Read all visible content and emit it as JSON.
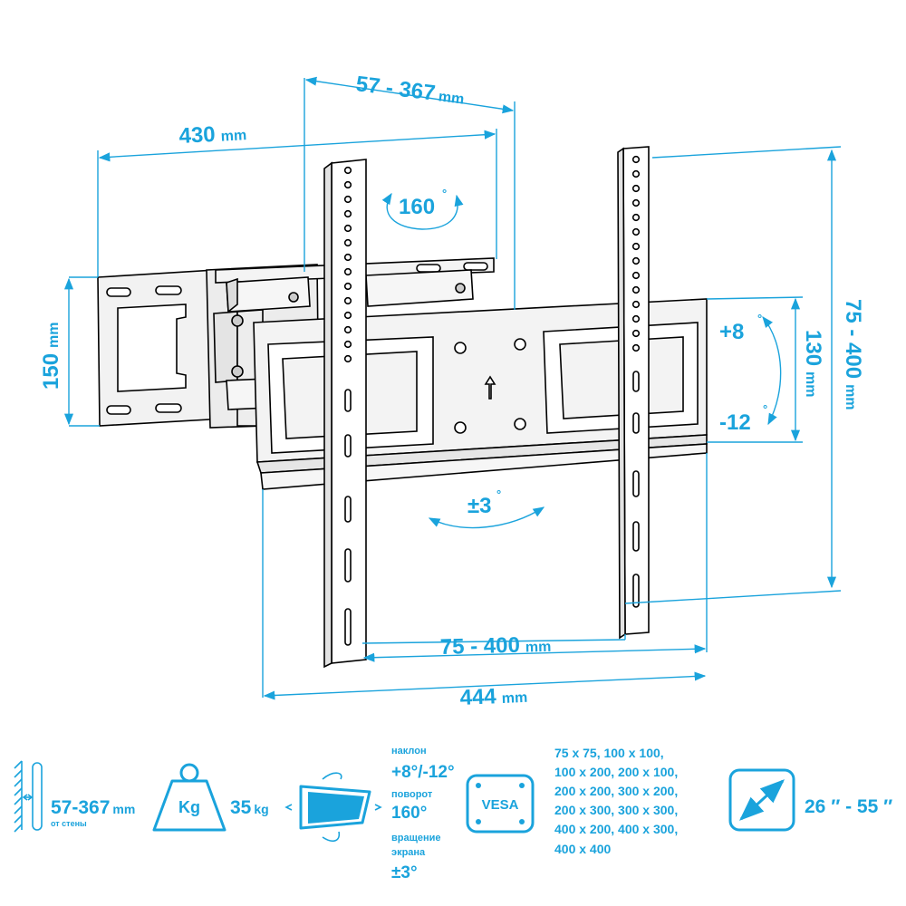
{
  "dimensions": {
    "arm_extension": {
      "value": "57 - 367",
      "unit": "mm"
    },
    "plate_width": {
      "value": "430",
      "unit": "mm"
    },
    "wall_plate_height": {
      "value": "150",
      "unit": "mm"
    },
    "swivel": "160",
    "tilt_up": "+8",
    "tilt_down": "-12",
    "tilt_height": {
      "value": "130",
      "unit": "mm"
    },
    "vesa_vertical": {
      "value": "75 - 400",
      "unit": "mm"
    },
    "rotation": "±3",
    "vesa_horizontal": {
      "value": "75 - 400",
      "unit": "mm"
    },
    "total_width": {
      "value": "444",
      "unit": "mm"
    }
  },
  "specs": {
    "wall_distance": {
      "value": "57-367",
      "unit": "mm",
      "caption": "от стены"
    },
    "load": {
      "badge": "Kg",
      "value": "35",
      "unit": "kg"
    },
    "motion": {
      "tilt_label": "наклон",
      "tilt_value": "+8°/-12°",
      "swivel_label": "поворот",
      "swivel_value": "160°",
      "rotation_label_1": "вращение",
      "rotation_label_2": "экрана",
      "rotation_value": "±3°"
    },
    "vesa": {
      "badge": "VESA",
      "patterns": [
        "75 x 75, 100 x 100,",
        "100 x 200, 200 x 100,",
        "200 x 200, 300 x 200,",
        "200 x 300, 300 x 300,",
        "400 x 200, 400 x 300,",
        "400 x 400"
      ]
    },
    "screen_size": "26 ″ - 55 ″"
  },
  "colors": {
    "accent": "#1aa3dc",
    "line": "#000000",
    "paper": "#ffffff",
    "metal": "#ececec"
  }
}
